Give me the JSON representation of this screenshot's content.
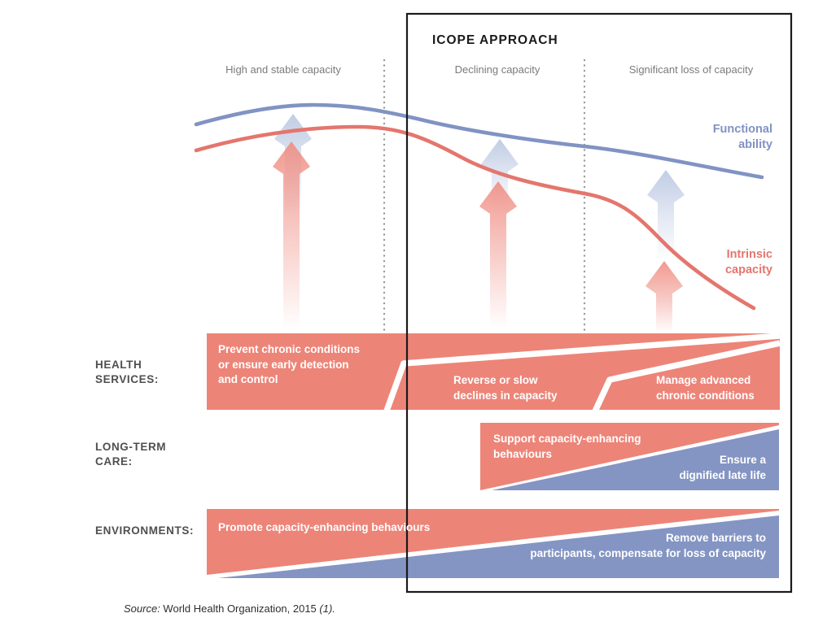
{
  "title": "ICOPE APPROACH",
  "phases": {
    "p1": "High and stable capacity",
    "p2": "Declining capacity",
    "p3": "Significant loss of capacity"
  },
  "curve_labels": {
    "functional": "Functional\nability",
    "intrinsic": "Intrinsic\ncapacity"
  },
  "row_labels": {
    "health": "HEALTH\nSERVICES:",
    "ltc": "LONG-TERM\nCARE:",
    "env": "ENVIRONMENTS:"
  },
  "bands": {
    "health": {
      "seg1": "Prevent chronic conditions\nor ensure early detection\nand control",
      "seg2": "Reverse or slow\ndeclines in capacity",
      "seg3": "Manage advanced\nchronic conditions"
    },
    "ltc": {
      "seg1": "Support capacity-enhancing\nbehaviours",
      "seg2": "Ensure a\ndignified late life"
    },
    "env": {
      "seg1": "Promote capacity-enhancing behaviours",
      "seg2": "Remove barriers to\nparticipants, compensate for loss of capacity"
    }
  },
  "source": {
    "prefix": "Source:",
    "text": " World Health Organization, 2015 ",
    "ref": "(1)."
  },
  "colors": {
    "band-red": "#ed8478",
    "band-blue": "#8495c4",
    "curve-red": "#e4766d",
    "curve-blue": "#8093c3",
    "arrow-red": "#ef8e84",
    "arrow-blue": "#b6c4e0",
    "label-gray": "#7b7b7b",
    "side-label": "#4f4f4f",
    "dot-gray": "#9a9a9a",
    "box-black": "#1a1a1a"
  }
}
